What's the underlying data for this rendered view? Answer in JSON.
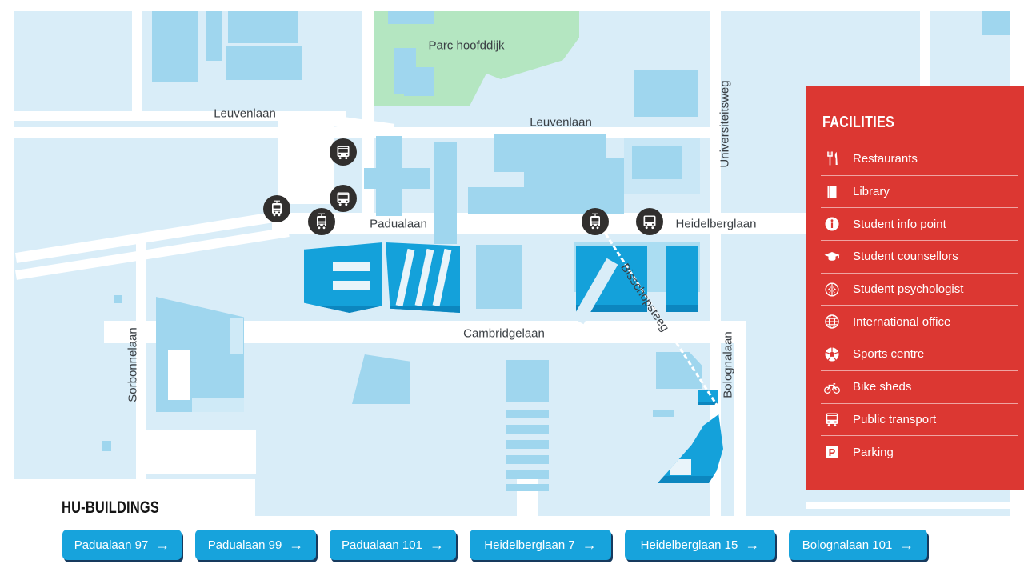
{
  "map": {
    "street_labels": [
      {
        "text": "Parc hoofddijk"
      },
      {
        "text": "Leuvenlaan"
      },
      {
        "text": "Leuvenlaan"
      },
      {
        "text": "Universiteitsweg"
      },
      {
        "text": "Padualaan"
      },
      {
        "text": "Heidelberglaan"
      },
      {
        "text": "Cambridgelaan"
      },
      {
        "text": "Bisschopsteeg"
      },
      {
        "text": "Sorbonnelaan"
      },
      {
        "text": "Bolognalaan"
      }
    ],
    "transit_stops": [
      {
        "type": "bus"
      },
      {
        "type": "bus"
      },
      {
        "type": "tram"
      },
      {
        "type": "tram"
      },
      {
        "type": "tram"
      },
      {
        "type": "bus"
      }
    ]
  },
  "facilities": {
    "title": "FACILITIES",
    "items": [
      {
        "label": "Restaurants",
        "icon": "restaurants-icon"
      },
      {
        "label": "Library",
        "icon": "library-icon"
      },
      {
        "label": "Student info point",
        "icon": "info-icon"
      },
      {
        "label": "Student counsellors",
        "icon": "graduation-cap-icon"
      },
      {
        "label": "Student psychologist",
        "icon": "brain-icon"
      },
      {
        "label": "International office",
        "icon": "globe-icon"
      },
      {
        "label": "Sports centre",
        "icon": "football-icon"
      },
      {
        "label": "Bike sheds",
        "icon": "bicycle-icon"
      },
      {
        "label": "Public transport",
        "icon": "bus-icon"
      },
      {
        "label": "Parking",
        "icon": "parking-icon"
      }
    ]
  },
  "hu_buildings": {
    "title": "HU-BUILDINGS",
    "arrow": "→",
    "buttons": [
      {
        "label": "Padualaan 97"
      },
      {
        "label": "Padualaan 99"
      },
      {
        "label": "Padualaan 101"
      },
      {
        "label": "Heidelberglaan 7"
      },
      {
        "label": "Heidelberglaan 15"
      },
      {
        "label": "Bolognalaan 101"
      }
    ]
  },
  "colors": {
    "panel_red": "#dc3732",
    "accent_blue": "#17a3dc",
    "building_blue": "#9fd6ee",
    "highlight_blue": "#14a1da",
    "map_background": "#d9edf8",
    "park_green": "#b4e6c1",
    "transit_dark": "#312f2e",
    "button_shadow": "#173a5e"
  }
}
